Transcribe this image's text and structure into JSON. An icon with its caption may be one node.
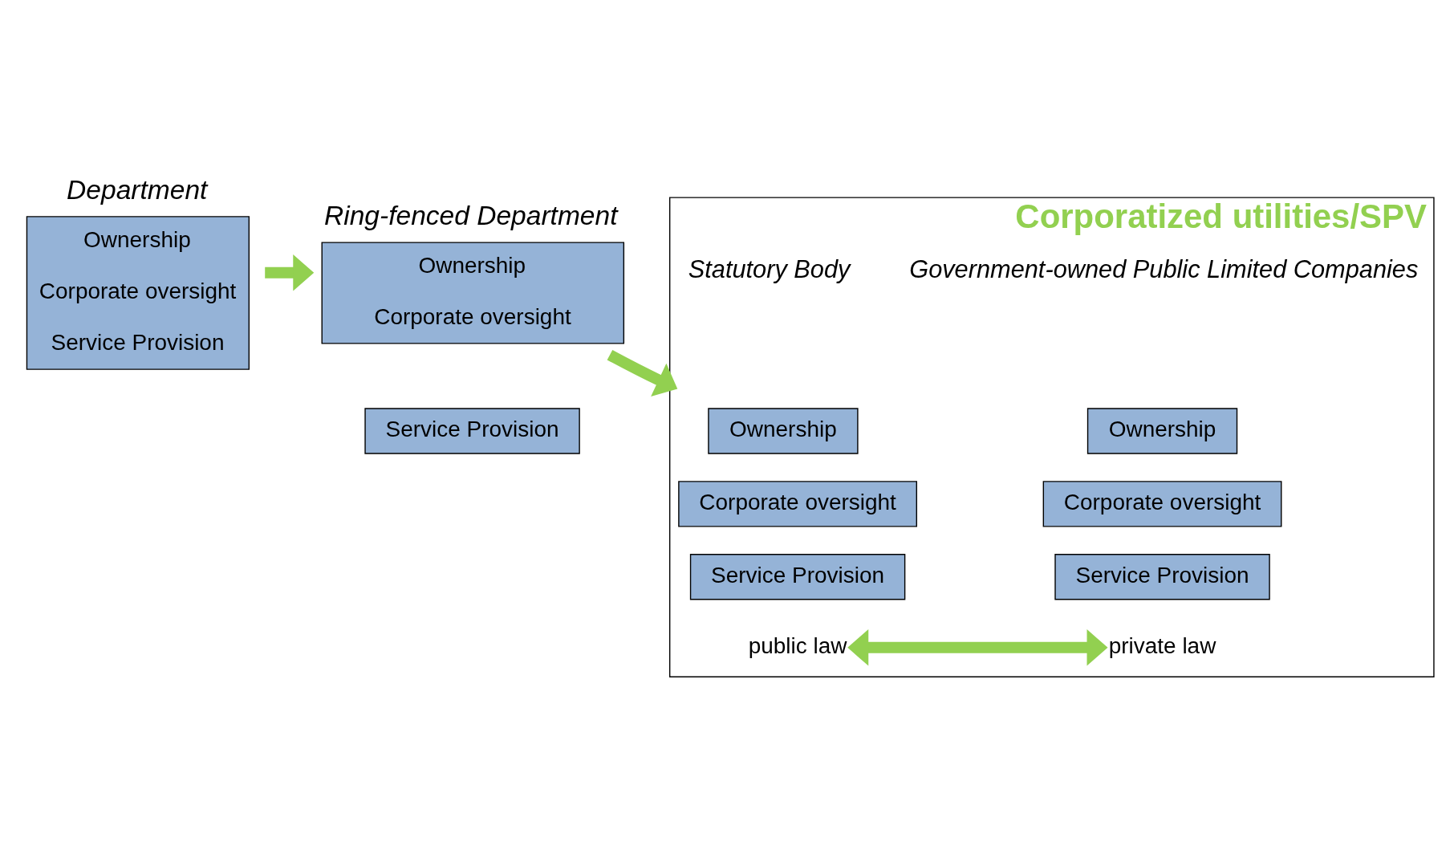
{
  "diagram": {
    "nodes": [
      {
        "text": [
          "Department",
          "Ownership",
          "Corporate oversight",
          "Service Provision"
        ]
      },
      {
        "text": [
          "Ring-fenced Department",
          "Ownership",
          "Corporate oversight"
        ]
      },
      {
        "text": [
          "Service Provision"
        ]
      },
      {
        "text": [
          "Corporatized utilities/SPV"
        ]
      },
      {
        "text": [
          "Ownership"
        ],
        "in": 3
      },
      {
        "text": [
          "Corporate oversight"
        ],
        "in": 3
      },
      {
        "text": [
          "Service Provision"
        ],
        "in": 3
      },
      {
        "text": [
          "Ownership"
        ],
        "in": 3
      },
      {
        "text": [
          "Corporate oversight"
        ],
        "in": 3
      },
      {
        "text": [
          "Service Provision"
        ],
        "in": 3
      },
      {
        "text": [
          "public law"
        ],
        "in": 3
      },
      {
        "text": [
          "private law"
        ],
        "in": 3
      }
    ],
    "edges": [
      {
        "from": 0,
        "to": 1,
        "arrow": "to",
        "color": "#92d050"
      },
      {
        "from": 1,
        "to": 3,
        "arrow": "to",
        "color": "#92d050"
      },
      {
        "from": 10,
        "to": 11,
        "arrow": "both",
        "color": "#92d050"
      }
    ],
    "labels": [
      "Statutory Body",
      "Government-owned Public Limited Companies"
    ]
  }
}
